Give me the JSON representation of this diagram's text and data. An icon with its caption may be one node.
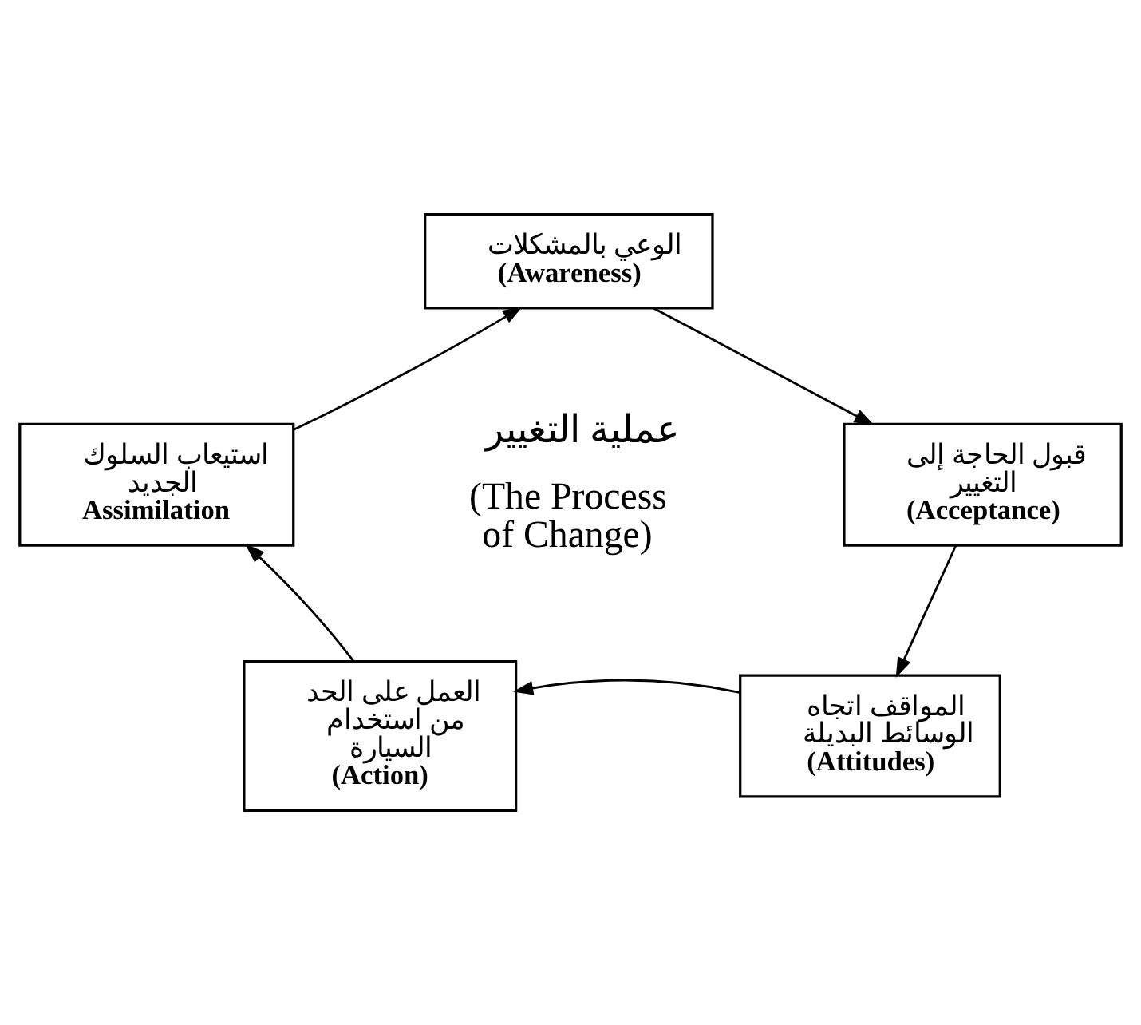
{
  "diagram": {
    "nodes": [
      {
        "text": [
          "الوعي بالمشكلات",
          "(Awareness)"
        ]
      },
      {
        "text": [
          "قبول الحاجة إلى التغيير",
          "(Acceptance)"
        ]
      },
      {
        "text": [
          "المواقف اتجاه الوسائط البديلة",
          "(Attitudes)"
        ]
      },
      {
        "text": [
          "العمل على الحد من استخدام السيارة",
          "(Action)"
        ]
      },
      {
        "text": [
          "استيعاب السلوك الجديد",
          "Assimilation"
        ]
      }
    ],
    "edges": [
      {
        "from": 0,
        "to": 1,
        "arrow": "to"
      },
      {
        "from": 1,
        "to": 2,
        "arrow": "to"
      },
      {
        "from": 2,
        "to": 3,
        "arrow": "to"
      },
      {
        "from": 3,
        "to": 4,
        "arrow": "to"
      },
      {
        "from": 4,
        "to": 0,
        "arrow": "to"
      }
    ],
    "labels": [
      "عملية التغيير",
      "(The Process of Change)"
    ]
  }
}
